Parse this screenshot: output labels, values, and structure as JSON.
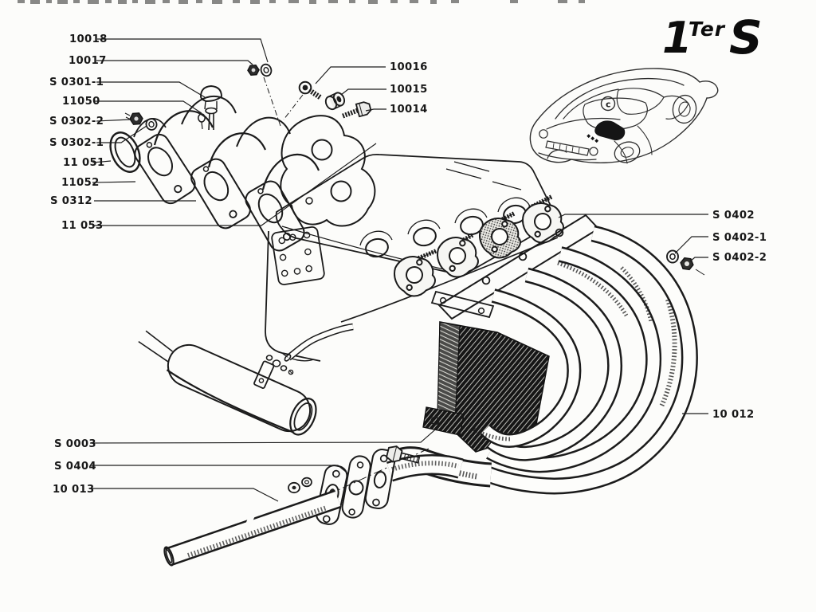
{
  "page": {
    "background": "#fcfcfa",
    "ink": "#1b1b1b"
  },
  "logo": {
    "one": "1",
    "ter": "Ter",
    "s": "S"
  },
  "car": {
    "badge": "c"
  },
  "labels": {
    "l10018": "10018",
    "l10017": "10017",
    "s0301_1": "S 0301-1",
    "l11050": "11050",
    "s0302_2": "S 0302-2",
    "s0302_1": "S 0302-1",
    "l11051": "11 051",
    "l11052": "11052",
    "s0312": "S 0312",
    "l11053": "11 053",
    "l10016": "10016",
    "l10015": "10015",
    "l10014": "10014",
    "s0402": "S 0402",
    "s0402_1": "S 0402-1",
    "s0402_2": "S 0402-2",
    "l10012": "10 012",
    "s0003": "S 0003",
    "s0404": "S 0404",
    "l10013": "10 013"
  }
}
